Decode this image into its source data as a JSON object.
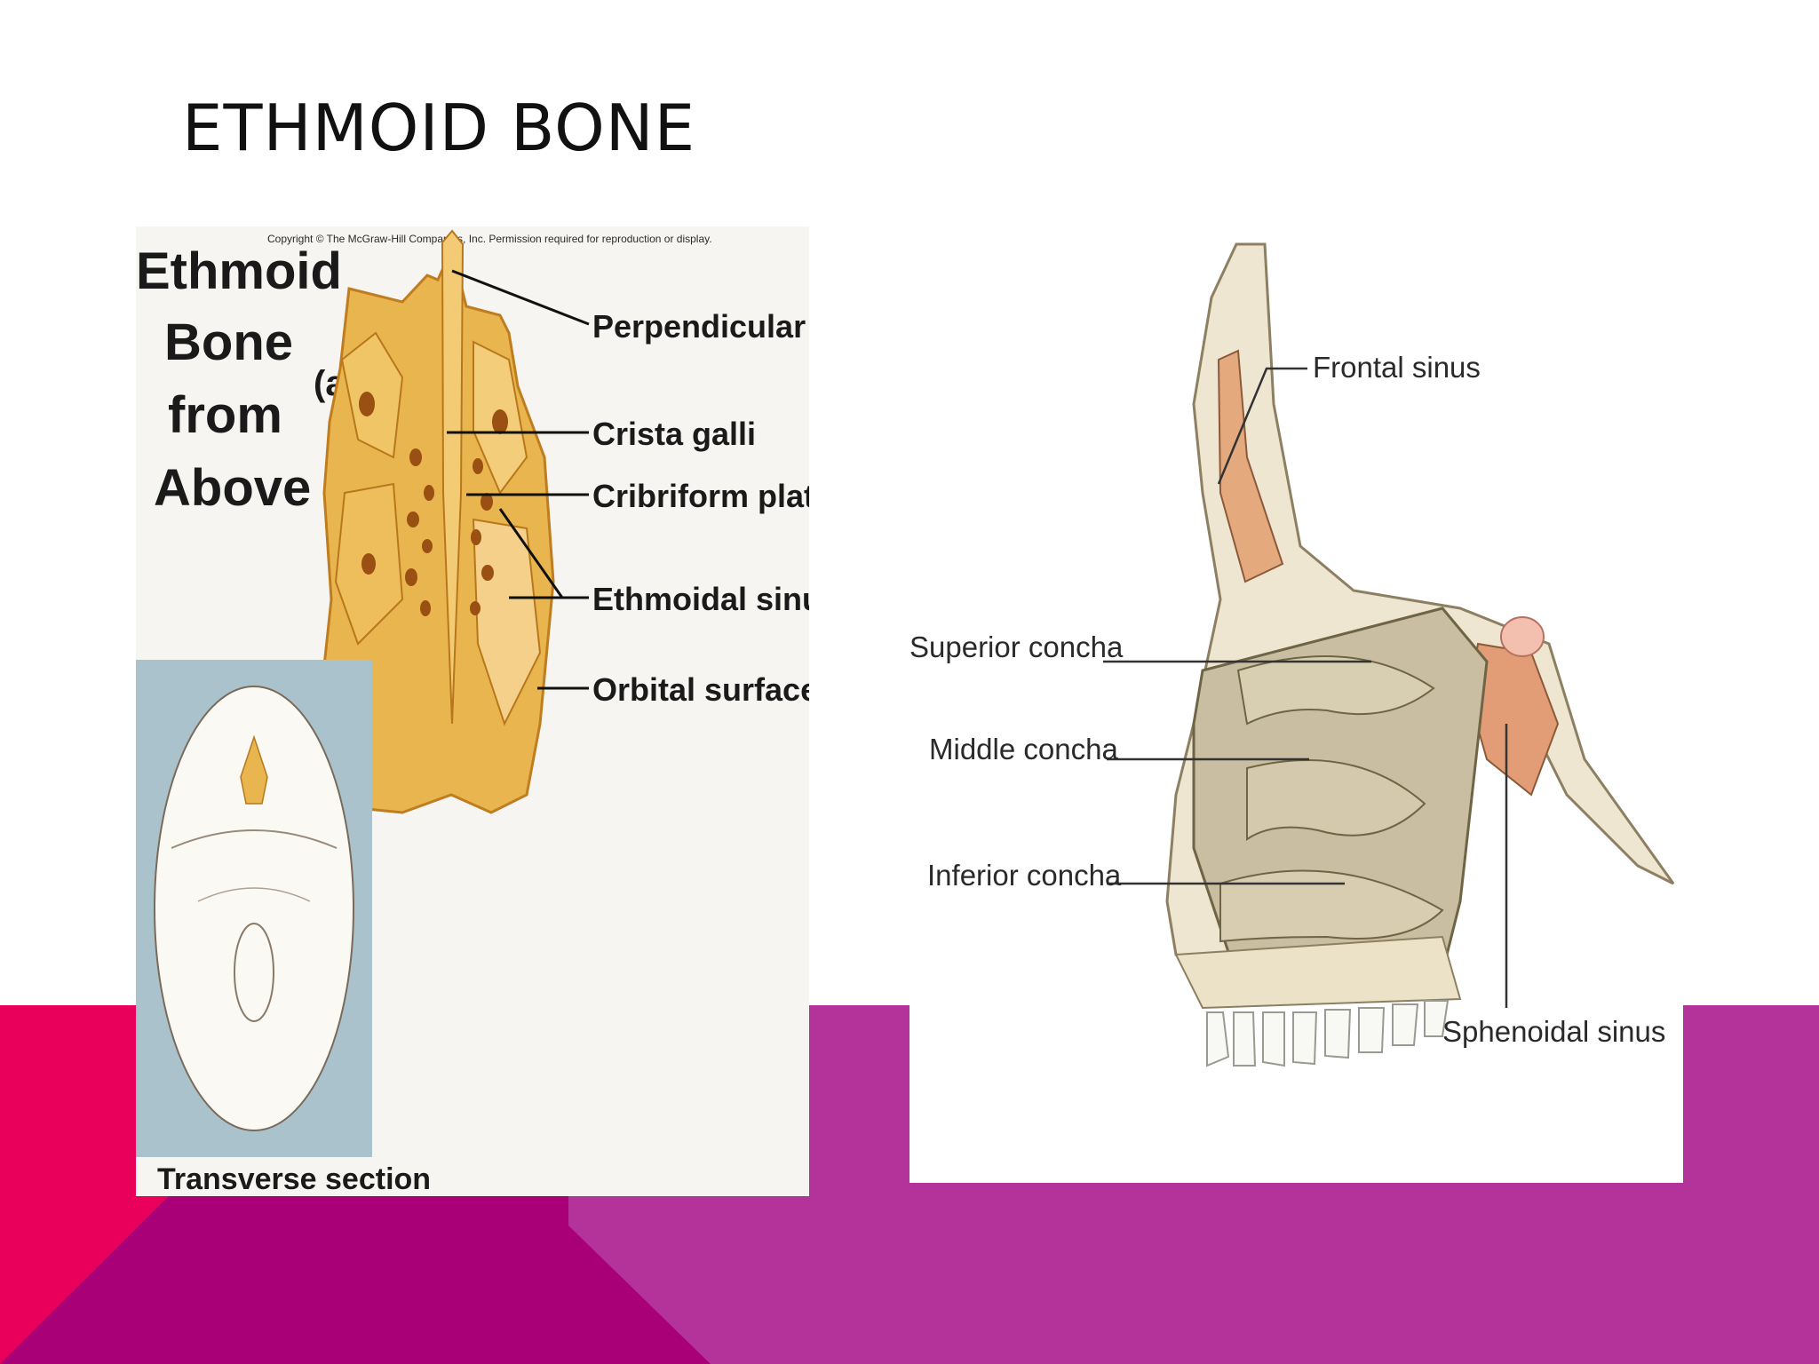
{
  "slide": {
    "title": "ETHMOID BONE",
    "colors": {
      "pink": "#E8005A",
      "magenta_dark": "#AA0077",
      "purple": "#B3339B"
    }
  },
  "figure_left": {
    "copyright": "Copyright © The McGraw-Hill Companies, Inc. Permission required for reproduction or display.",
    "heading_lines": [
      "Ethmoid",
      "Bone",
      "from",
      "Above"
    ],
    "view_label": "(a)",
    "inset_caption": "Transverse section",
    "labels": [
      "Perpendicular plate",
      "Crista galli",
      "Cribriform plate",
      "Ethmoidal sinuses",
      "Orbital surface"
    ]
  },
  "figure_right": {
    "labels": [
      "Frontal sinus",
      "Superior concha",
      "Middle concha",
      "Inferior concha",
      "Sphenoidal sinus"
    ]
  }
}
